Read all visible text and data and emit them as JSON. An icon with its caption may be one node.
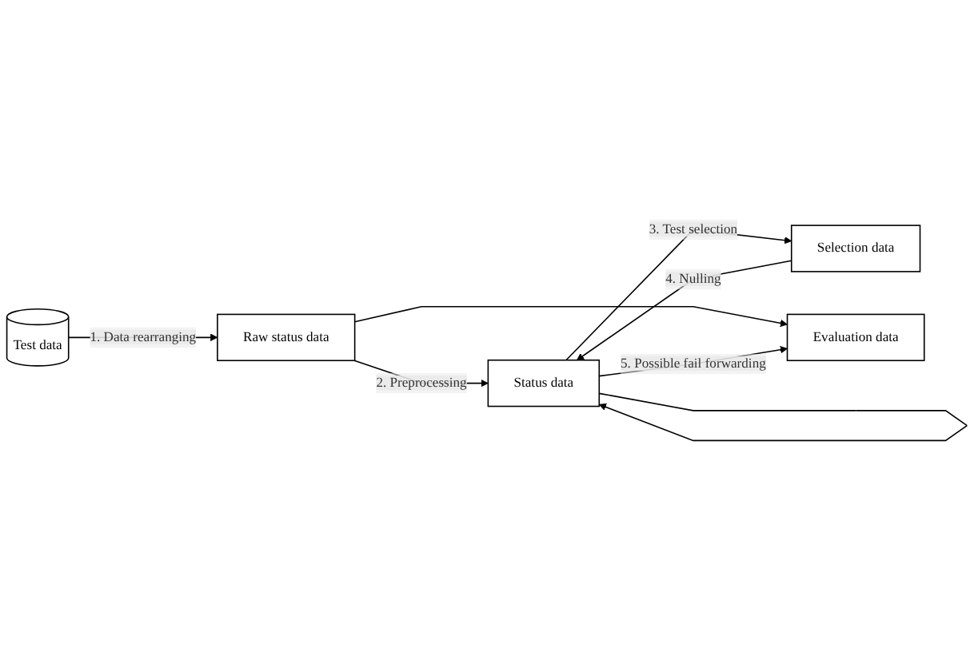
{
  "diagram": {
    "nodes": [
      {
        "text": [
          "Test data"
        ]
      },
      {
        "text": [
          "Raw status data"
        ]
      },
      {
        "text": [
          "Status data"
        ]
      },
      {
        "text": [
          "Selection data"
        ]
      },
      {
        "text": [
          "Evaluation data"
        ]
      }
    ],
    "edges": [
      {
        "from": 0,
        "to": 1,
        "arrow": "to",
        "label": "1. Data rearranging"
      },
      {
        "from": 1,
        "to": 2,
        "arrow": "to",
        "label": "2. Preprocessing"
      },
      {
        "from": 1,
        "to": 4,
        "arrow": "to"
      },
      {
        "from": 2,
        "to": 3,
        "arrow": "to",
        "label": "3. Test selection"
      },
      {
        "from": 3,
        "to": 2,
        "arrow": "to",
        "label": "4. Nulling"
      },
      {
        "from": 2,
        "to": 2,
        "arrow": "to"
      },
      {
        "from": 2,
        "to": 4,
        "arrow": "to",
        "label": "5. Possible fail forwarding"
      }
    ]
  }
}
